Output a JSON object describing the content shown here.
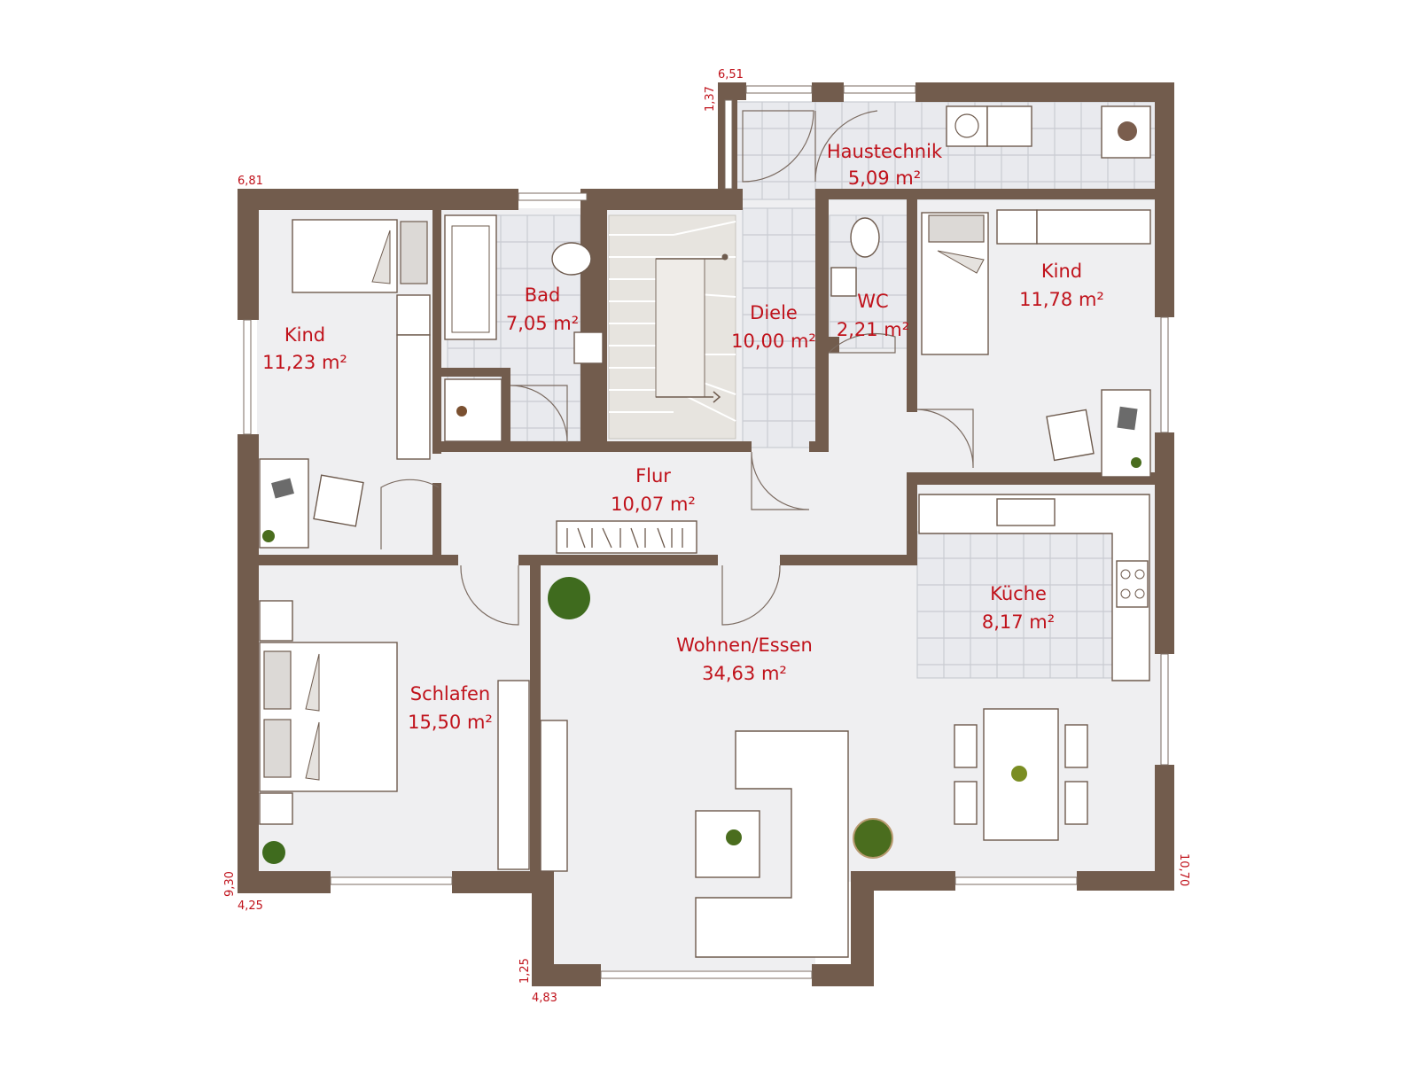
{
  "rooms": [
    {
      "label": "Haustechnik",
      "area": "5,09 m²"
    },
    {
      "label": "Kind",
      "area": "11,23 m²"
    },
    {
      "label": "Bad",
      "area": "7,05 m²"
    },
    {
      "label": "Diele",
      "area": "10,00 m²"
    },
    {
      "label": "WC",
      "area": "2,21 m²"
    },
    {
      "label": "Kind",
      "area": "11,78 m²"
    },
    {
      "label": "Flur",
      "area": "10,07 m²"
    },
    {
      "label": "Küche",
      "area": "8,17 m²"
    },
    {
      "label": "Wohnen/Essen",
      "area": "34,63 m²"
    },
    {
      "label": "Schlafen",
      "area": "15,50 m²"
    }
  ],
  "dimensions": {
    "top_entry_width": "6,51",
    "top_entry_depth": "1,37",
    "left_top_width": "6,81",
    "left_bottom_height": "9,30",
    "left_bottom_width": "4,25",
    "bottom_bay_depth": "1,25",
    "bottom_bay_width": "4,83",
    "right_height": "10,70"
  },
  "colors": {
    "walls": "#725c4d",
    "labels": "#c0121b",
    "floor": "#efeff1",
    "tiles": "#e9eaee"
  }
}
